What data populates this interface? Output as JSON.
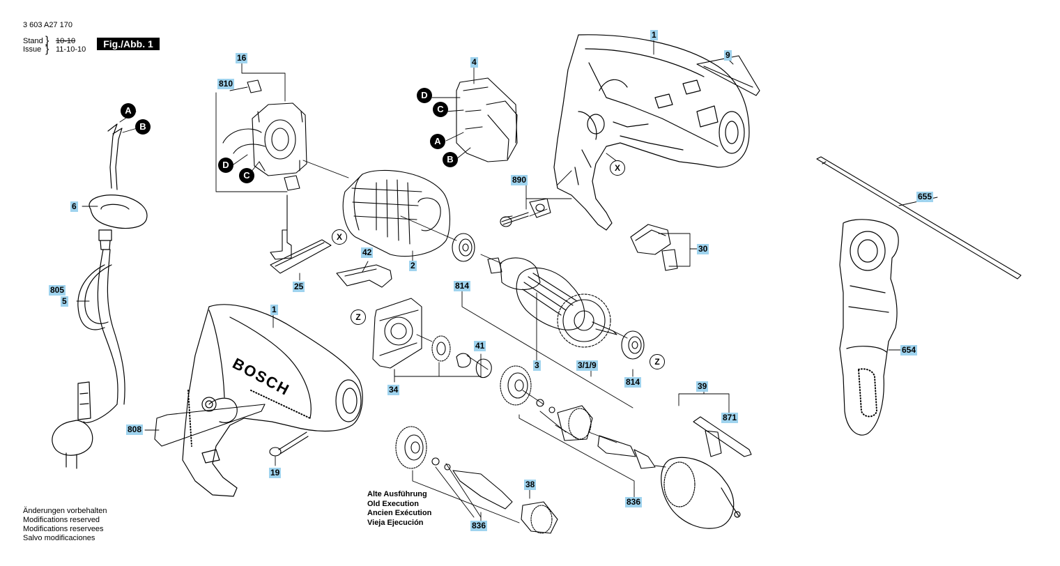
{
  "header": {
    "doc_number": "3 603 A27 170",
    "stand_label": "Stand",
    "stand_date": "10-10",
    "issue_label": "Issue",
    "issue_date": "11-10-10",
    "figure_label": "Fig./Abb. 1"
  },
  "callouts": [
    "1",
    "9",
    "16",
    "810",
    "4",
    "6",
    "805",
    "5",
    "2",
    "25",
    "42",
    "890",
    "814",
    "3",
    "3/1/9",
    "814",
    "41",
    "34",
    "1",
    "808",
    "19",
    "39",
    "871",
    "655",
    "654",
    "30",
    "38",
    "836",
    "836"
  ],
  "ring_labels": [
    "X",
    "X",
    "Z",
    "Z"
  ],
  "dot_labels": [
    "A",
    "B",
    "D",
    "C",
    "D",
    "C",
    "A",
    "B"
  ],
  "brand_text": "BOSCH",
  "footer_notes": [
    "Änderungen vorbehalten",
    "Modifications reserved",
    "Modifications reservees",
    "Salvo modificaciones"
  ],
  "old_execution": [
    "Alte Ausführung",
    "Old Execution",
    "Ancien Exécution",
    "Vieja Ejecución"
  ]
}
